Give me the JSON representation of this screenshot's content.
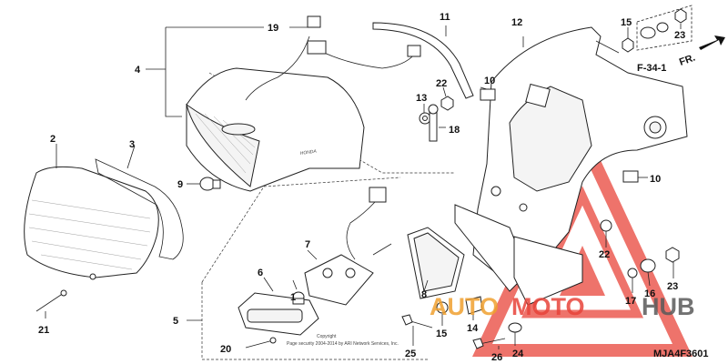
{
  "diagram": {
    "code": "MJA4F3601",
    "reference": "F-34-1",
    "direction": "FR.",
    "copyright": [
      "Copyright",
      "Page security 2004-2014 by ARI Network Services, Inc."
    ],
    "brand_mark": "HONDA",
    "watermark": {
      "left": "AUTO",
      "middle": "MOTO",
      "right": "HUB"
    },
    "colors": {
      "watermark_red": "#e8443a",
      "watermark_orange": "#f0a030",
      "watermark_dark": "#5a5a5a"
    }
  },
  "callouts": [
    "1",
    "2",
    "3",
    "4",
    "5",
    "6",
    "7",
    "8",
    "9",
    "10",
    "10",
    "11",
    "12",
    "13",
    "14",
    "15",
    "15",
    "16",
    "17",
    "18",
    "19",
    "20",
    "21",
    "22",
    "22",
    "23",
    "23",
    "24",
    "25",
    "26"
  ]
}
